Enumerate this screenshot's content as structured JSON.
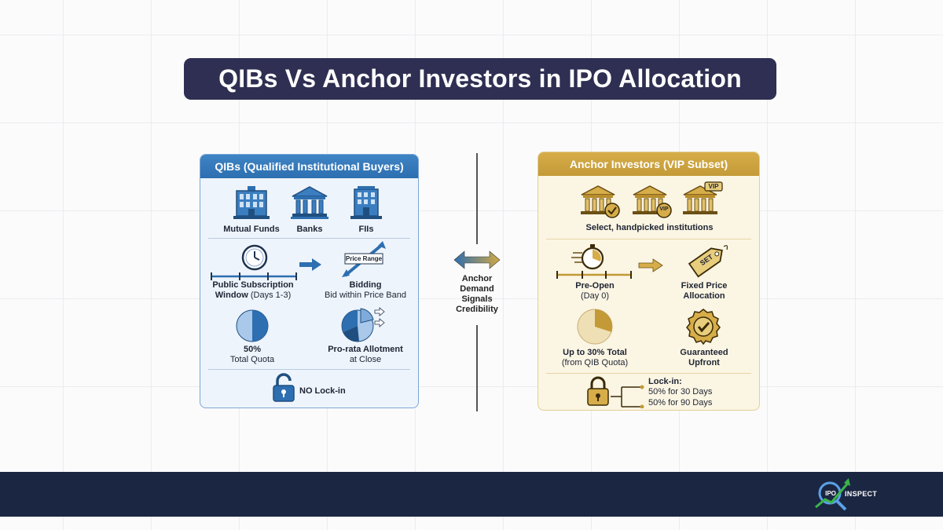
{
  "title": "QIBs Vs Anchor Investors in IPO Allocation",
  "qib": {
    "header": "QIBs (Qualified Institutional Buyers)",
    "institutions": [
      "Mutual Funds",
      "Banks",
      "FIIs"
    ],
    "window_bold": "Public Subscription",
    "window_text_bold": "Window",
    "window_text_rest": " (Days 1-3)",
    "price_range_tag": "Price Range",
    "bidding_title": "Bidding",
    "bidding_sub": "Bid within Price Band",
    "quota_title": "50%",
    "quota_sub": "Total Quota",
    "allot_title": "Pro-rata Allotment",
    "allot_sub": "at Close",
    "lockin": "NO Lock-in",
    "quota_fraction": 0.5
  },
  "center": {
    "lines": [
      "Anchor",
      "Demand",
      "Signals",
      "Credibility"
    ]
  },
  "anchor": {
    "header": "Anchor Investors (VIP Subset)",
    "vip_tag": "VIP",
    "select_text": "Select, handpicked institutions",
    "preopen_title": "Pre-Open",
    "preopen_sub": "(Day 0)",
    "set_tag": "SET",
    "fixed_title": "Fixed Price",
    "fixed_title2": "Allocation",
    "quota_title": "Up to 30% Total",
    "quota_sub": "(from QIB Quota)",
    "guaranteed_title": "Guaranteed",
    "guaranteed_title2": "Upfront",
    "lockin_title": "Lock-in:",
    "lockin_1": "50% for 30 Days",
    "lockin_2": "50% for 90 Days",
    "quota_fraction": 0.3
  },
  "footer": {
    "logo_text": "INSPECT",
    "logo_mark": "IPO"
  },
  "colors": {
    "title_bg": "#2e2f52",
    "qib_blue": "#2d6fb0",
    "anchor_gold": "#c39a37",
    "footer_bg": "#1b2642"
  }
}
